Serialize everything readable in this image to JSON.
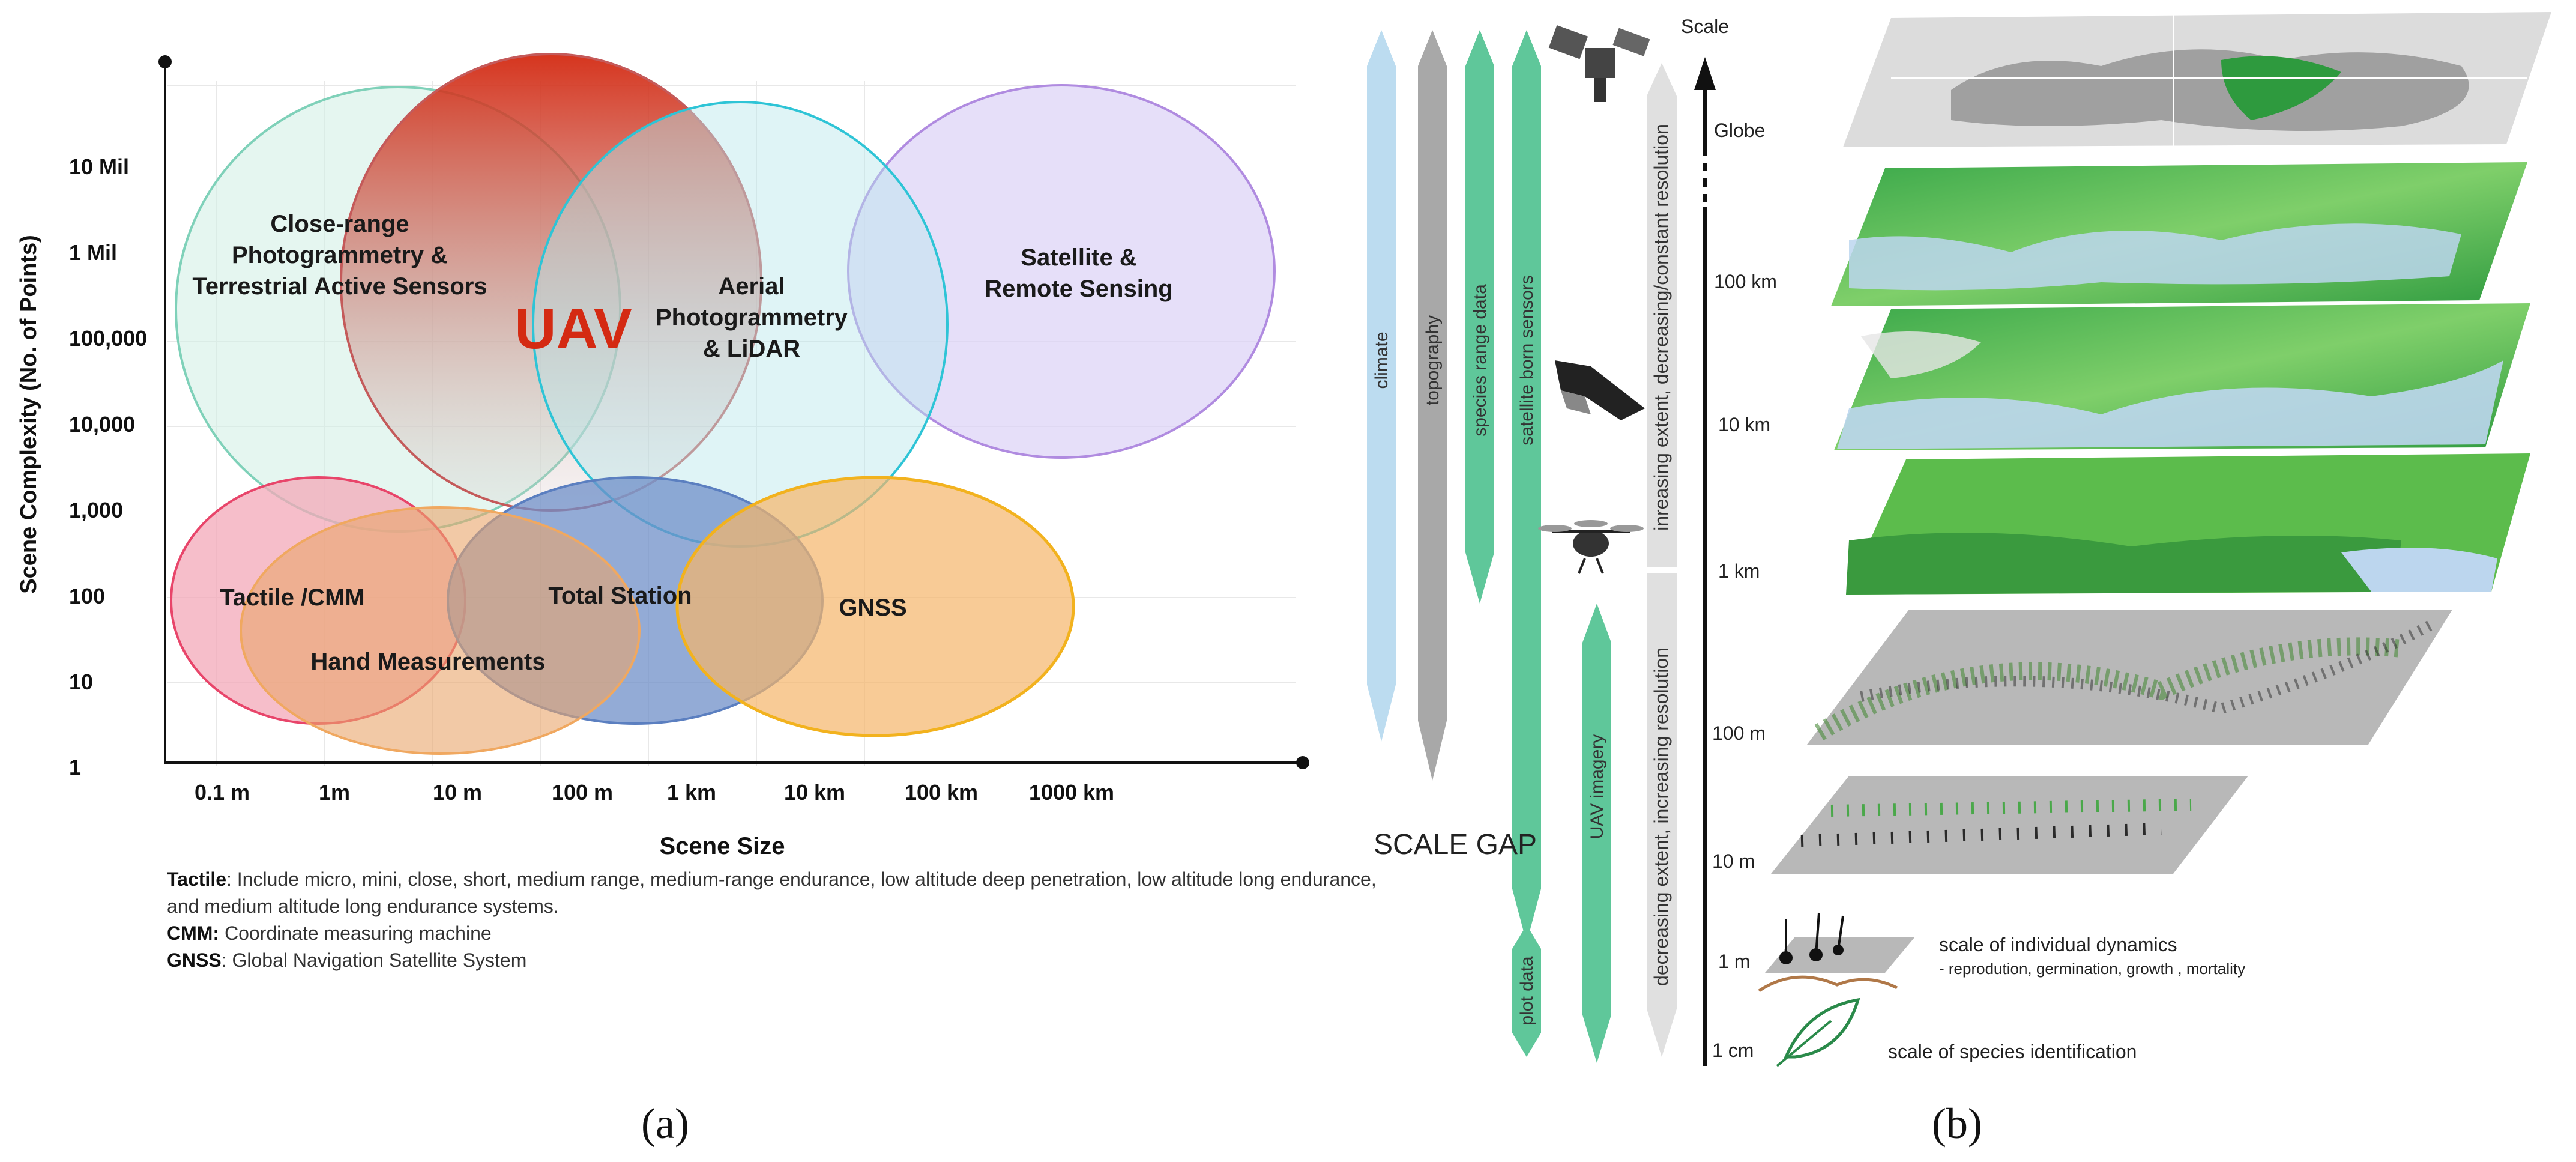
{
  "panel_a": {
    "y_axis_title": "Scene Complexity (No. of Points)",
    "x_axis_title": "Scene Size",
    "y_ticks": [
      "10 Mil",
      "1 Mil",
      "100,000",
      "10,000",
      "1,000",
      "100",
      "10",
      "1"
    ],
    "x_ticks": [
      "0.1 m",
      "1m",
      "10 m",
      "100 m",
      "1 km",
      "10 km",
      "100 km",
      "1000 km"
    ],
    "regions": [
      {
        "label_lines": [
          "Close-range",
          "Photogrammetry &",
          "Terrestrial Active Sensors"
        ],
        "color": "#7fd1b9"
      },
      {
        "label_lines": [
          "UAV"
        ],
        "color": "#cc2e1d"
      },
      {
        "label_lines": [
          "Aerial",
          "Photogrammetry",
          "& LiDAR"
        ],
        "color": "#2ec4d6"
      },
      {
        "label_lines": [
          "Satellite &",
          "Remote Sensing"
        ],
        "color": "#b8a6ea"
      },
      {
        "label_lines": [
          "Tactile /CMM"
        ],
        "color": "#e8456a"
      },
      {
        "label_lines": [
          "Hand Measurements"
        ],
        "color": "#f0a860"
      },
      {
        "label_lines": [
          "Total Station"
        ],
        "color": "#5b7fc0"
      },
      {
        "label_lines": [
          "GNSS"
        ],
        "color": "#f5a84a"
      }
    ],
    "footnotes": [
      {
        "term": "Tactile",
        "text": ": Include micro, mini, close, short, medium range, medium-range endurance, low altitude deep penetration, low altitude long endurance,"
      },
      {
        "term": "",
        "text": "and medium altitude long endurance systems."
      },
      {
        "term": "CMM:",
        "text": " Coordinate measuring machine"
      },
      {
        "term": "GNSS",
        "text": ": Global Navigation Satellite System"
      }
    ],
    "caption": "(a)"
  },
  "panel_b": {
    "arrows": [
      {
        "label": "climate",
        "color": "#bcdcf0"
      },
      {
        "label": "topography",
        "color": "#a8a8a8"
      },
      {
        "label": "species range data",
        "color": "#5fc79a"
      },
      {
        "label": "satellite born sensors",
        "color": "#5fc79a"
      },
      {
        "label": "plot data",
        "color": "#5fc79a"
      },
      {
        "label": "UAV imagery",
        "color": "#5fc79a"
      }
    ],
    "scale_gap": "SCALE GAP",
    "upper_bar_text": "inreasing extent, decreasing/constant resolution",
    "lower_bar_text": "decreasing extent, increasing resolution",
    "scale_title": "Scale",
    "scale_levels": [
      "Globe",
      "100 km",
      "10 km",
      "1 km",
      "100 m",
      "10 m",
      "1 m",
      "1 cm"
    ],
    "annotations": {
      "individual_title": "scale of individual dynamics",
      "individual_sub": "- reprodution, germination, growth , mortality",
      "species_id": "scale of species identification"
    },
    "caption": "(b)"
  }
}
